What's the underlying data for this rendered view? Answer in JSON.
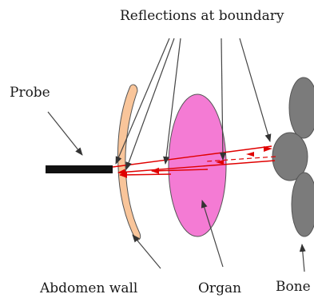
{
  "labels": {
    "title": "Reflections at boundary",
    "probe": "Probe",
    "abdomen_wall": "Abdomen wall",
    "organ": "Organ",
    "bone": "Bone"
  },
  "colors": {
    "abdomen_wall_fill": "#f9c59a",
    "organ_fill": "#f47bd4",
    "bone_fill": "#7b7b7b",
    "beam": "#e00000",
    "probe": "#111111",
    "pointer": "#444444"
  }
}
